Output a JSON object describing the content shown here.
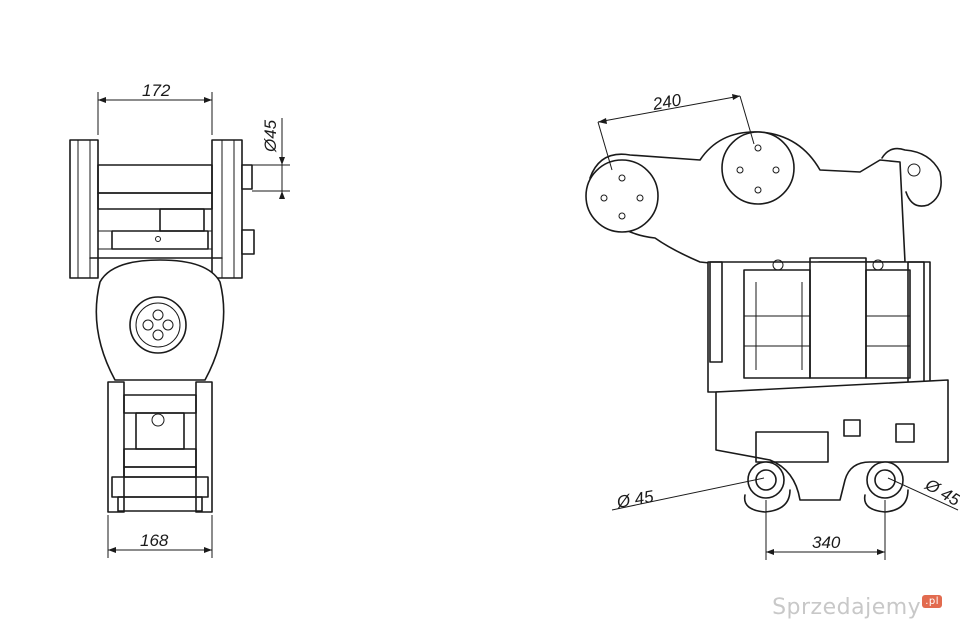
{
  "dimensions": {
    "top_width": "172",
    "pin_diameter_side": "Ø45",
    "bottom_width": "168",
    "arm_pin_spacing": "240",
    "hook_pin_diameter": "Ø 45",
    "hook_pin_diameter_right": "Ø 45",
    "hook_spacing": "340"
  },
  "watermark": {
    "text": "Sprzedajemy",
    "badge": ".pl"
  }
}
